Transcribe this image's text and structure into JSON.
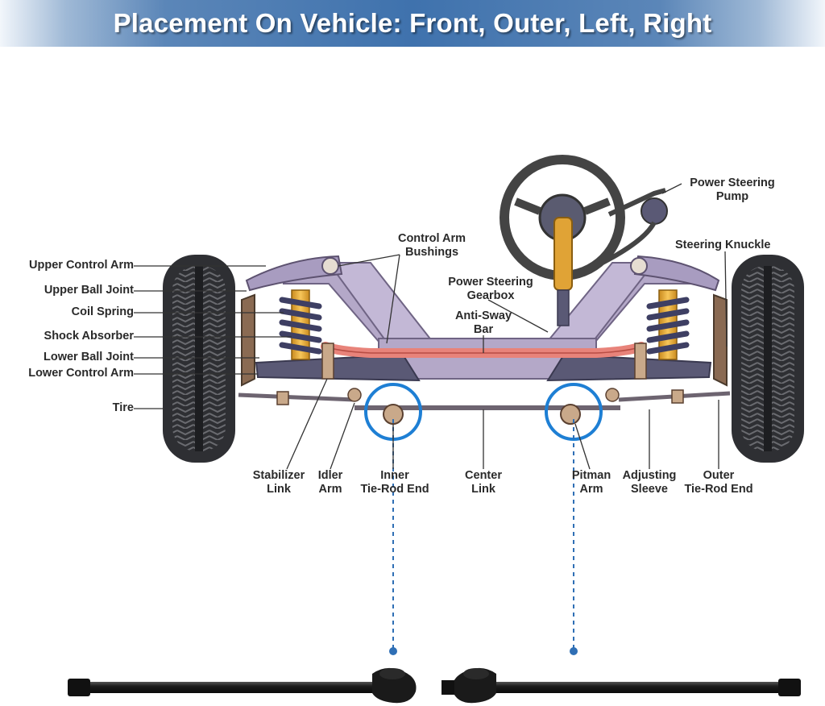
{
  "header": {
    "title": "Placement On Vehicle: Front, Outer, Left, Right"
  },
  "labels": {
    "upper_control_arm": "Upper Control Arm",
    "upper_ball_joint": "Upper Ball Joint",
    "coil_spring": "Coil Spring",
    "shock_absorber": "Shock Absorber",
    "lower_ball_joint": "Lower Ball Joint",
    "lower_control_arm": "Lower Control Arm",
    "tire": "Tire",
    "control_arm_bushings_1": "Control Arm",
    "control_arm_bushings_2": "Bushings",
    "power_steering_gearbox_1": "Power Steering",
    "power_steering_gearbox_2": "Gearbox",
    "anti_sway_bar_1": "Anti-Sway",
    "anti_sway_bar_2": "Bar",
    "power_steering_pump_1": "Power Steering",
    "power_steering_pump_2": "Pump",
    "steering_knuckle": "Steering Knuckle",
    "stabilizer_link_1": "Stabilizer",
    "stabilizer_link_2": "Link",
    "idler_arm_1": "Idler",
    "idler_arm_2": "Arm",
    "inner_tie_rod_end_1": "Inner",
    "inner_tie_rod_end_2": "Tie-Rod End",
    "center_link_1": "Center",
    "center_link_2": "Link",
    "pitman_arm_1": "Pitman",
    "pitman_arm_2": "Arm",
    "adjusting_sleeve_1": "Adjusting",
    "adjusting_sleeve_2": "Sleeve",
    "outer_tie_rod_end_1": "Outer",
    "outer_tie_rod_end_2": "Tie-Rod End"
  },
  "colors": {
    "frame": "#b4a8c8",
    "frame_dark": "#6f6484",
    "anti_sway_bar": "#e8837a",
    "shock_body": "#f0b23a",
    "spring": "#3e3f63",
    "tire": "#2e2f33",
    "highlight_circle": "#1e7fd4",
    "leader_line": "#333333",
    "dashed_line": "#2f6fb5"
  },
  "icons": {
    "highlight": "highlight-circle-icon",
    "tie_rod_part": "tie-rod-part-icon"
  }
}
